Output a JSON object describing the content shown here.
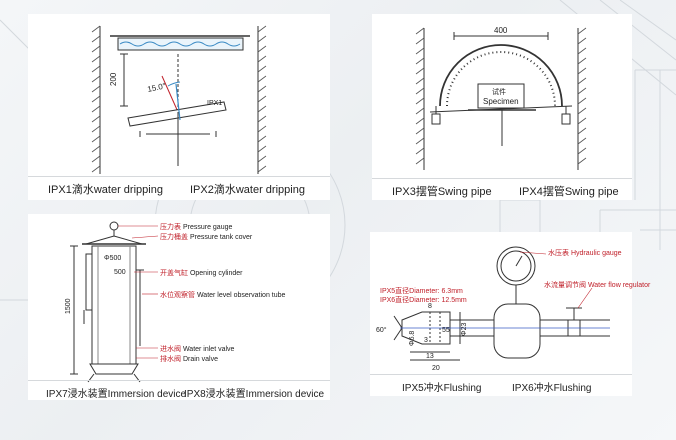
{
  "panel_ipx12": {
    "dim_height": "200",
    "dim_angle": "15.0°",
    "specimen_tag": "IPX1",
    "caption_left": "IPX1滴水water dripping",
    "caption_right": "IPX2滴水water dripping"
  },
  "panel_ipx34": {
    "dim_width": "400",
    "specimen_cn": "试件",
    "specimen_en": "Specimen",
    "caption_left": "IPX3摆管Swing pipe",
    "caption_right": "IPX4摆管Swing pipe"
  },
  "panel_ipx78": {
    "dim_diameter": "Φ500",
    "dim_inner": "500",
    "dim_height": "1500",
    "labels": [
      {
        "cn": "压力表",
        "en": "Pressure gauge"
      },
      {
        "cn": "压力桶盖",
        "en": "Pressure tank cover"
      },
      {
        "cn": "开盖气缸",
        "en": "Opening cylinder"
      },
      {
        "cn": "水位观察管",
        "en": "Water level observation tube"
      },
      {
        "cn": "进水阀",
        "en": "Water inlet valve"
      },
      {
        "cn": "排水阀",
        "en": "Drain valve"
      }
    ],
    "caption_left": "IPX7浸水装置Immersion device",
    "caption_right": "IPX8浸水装置Immersion device"
  },
  "panel_ipx56": {
    "gauge_label": "水压表 Hydraulic gauge",
    "regulator_label": "水流量调节阀 Water flow regulator",
    "ipx5_diameter": "IPX5直径Diameter: 6.3mm",
    "ipx6_diameter": "IPX6直径Diameter: 12.5mm",
    "dim_angle": "60°",
    "dim_d1": "8",
    "dim_d2": "55",
    "dim_d3": "Φ6.8",
    "dim_d4": "3",
    "dim_d5": "13",
    "dim_d6": "Φ23",
    "dim_d7": "20",
    "caption_left": "IPX5冲水Flushing",
    "caption_right": "IPX6冲水Flushing"
  },
  "colors": {
    "accent_red": "#c0202a",
    "accent_green": "#1a7a3a",
    "line": "#333333"
  }
}
